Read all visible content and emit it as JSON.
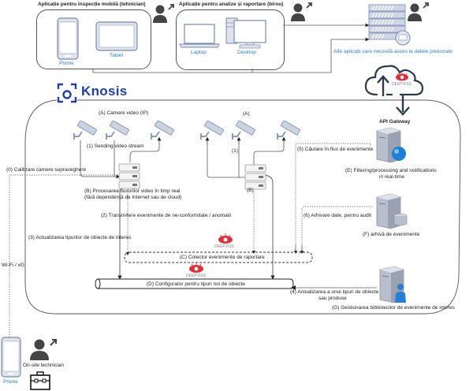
{
  "top": {
    "mobile_group_title": "Aplicație pentru inspecție mobilă (tehnician)",
    "office_group_title": "Aplicație pentru analize și raportare (birou)",
    "devices": {
      "phone": "Phone",
      "tablet": "Tablet",
      "laptop": "Laptop",
      "desktop": "Desktop"
    },
    "other_apps_label": "Alte aplicații care necesită acces la datele prelucrate"
  },
  "brand": {
    "name": "Knosis",
    "color": "#1d3fa6"
  },
  "cloud": {
    "badge": "DEEPVISS",
    "gateway_label": "API Gateway"
  },
  "labels": {
    "cameras_a_ip": "(A) Camere video (IP)",
    "cameras_a": "(A)",
    "sending_stream": "(1) Sending video stream",
    "step1_short": "(1)",
    "calibrare": "(0) Calibrare camere supraveghere",
    "processing_b_line1": "(B) Procesarea fluxurilor video în timp real",
    "processing_b_line2": "(fără dependență de Internet sau de cloud)",
    "node_b": "(B)",
    "transmitere": "(2) Transmitere evenimente de ne-conformitate / anomalii",
    "actualizare_tipuri": "(3) Actualizarea tipurilor de obiecte de interes",
    "collector": "(C) Colector evenimente de raportare",
    "configurator": "(D) Configurator pentru tipuri noi de obiecte",
    "cautare": "(5) Căutare în flux de evenimente",
    "filtering_line1": "(E) Filtering/processing and notifications",
    "filtering_line2": "in real-time",
    "arhivare": "(6) Arhivare date, pentru audit",
    "arhiva": "(F) arhivă de evenimente",
    "actualizare_unui_line1": "(4) Actualizarea a unui tipuri de obiecte",
    "actualizare_unui_line2": "sau produse",
    "gestionare": "(G) Gestionarea bibliotecilor de evenimente de interes",
    "wifi": "Wi-Fi / xG",
    "phone_bottom": "Phone",
    "technician": "On-site technician",
    "deepviss_1": "DEEPVISS",
    "deepviss_2": "DEEPVISS"
  },
  "colors": {
    "device_blue": "#2a7fd4",
    "deepviss_red": "#e0303a",
    "line": "#555555"
  }
}
